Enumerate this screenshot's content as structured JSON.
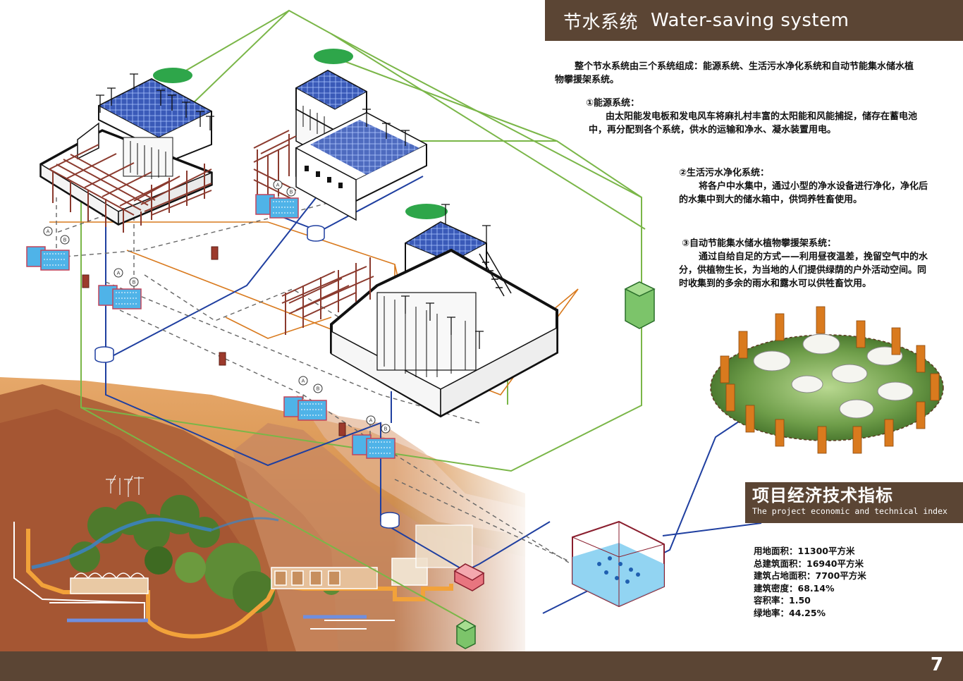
{
  "header": {
    "title_cn": "节水系统",
    "title_en": "Water-saving system"
  },
  "intro": {
    "line1": "整个节水系统由三个系统组成：能源系统、生活污水净化系统和自动节能集水储水植",
    "line2": "物攀援架系统。"
  },
  "system1": {
    "heading": "①能源系统：",
    "line1": "由太阳能发电板和发电风车将麻扎村丰富的太阳能和风能捕捉，储存在蓄电池",
    "line2": "中，再分配到各个系统，供水的运输和净水、凝水装置用电。"
  },
  "system2": {
    "heading": "②生活污水净化系统：",
    "line1": "将各户中水集中，通过小型的净水设备进行净化，净化后",
    "line2": "的水集中到大的储水箱中，供饲养牲畜使用。"
  },
  "system3": {
    "heading": "③自动节能集水储水植物攀援架系统：",
    "line1": "通过自给自足的方式——利用昼夜温差，挽留空气中的水",
    "line2": "分，供植物生长，为当地的人们提供绿荫的户外活动空间。同",
    "line3": "时收集到的多余的雨水和露水可以供牲畜饮用。"
  },
  "index": {
    "title_cn": "项目经济技术指标",
    "title_en": "The project economic and technical index",
    "items": [
      "用地面积：11300平方米",
      "总建筑面积：16940平方米",
      "建筑占地面积：7700平方米",
      "建筑密度：68.14%",
      "容积率：1.50",
      "绿地率：44.25%"
    ]
  },
  "tank_labels": {
    "a": "A",
    "b": "B"
  },
  "page_number": "7",
  "colors": {
    "brand_bar": "#5b4534",
    "energy_line": "#7ab648",
    "sewage_line": "#d97a1e",
    "water_line": "#1f3fa0",
    "dashed_line": "#666666",
    "pergola": "#8b3a2e",
    "tank_water": "#4fb3e8",
    "tank_frame": "#c2445a"
  },
  "icons": [
    "solar-panel-icon",
    "wind-turbine-icon",
    "water-tank-icon",
    "battery-icon",
    "well-icon",
    "sheep-icon"
  ]
}
